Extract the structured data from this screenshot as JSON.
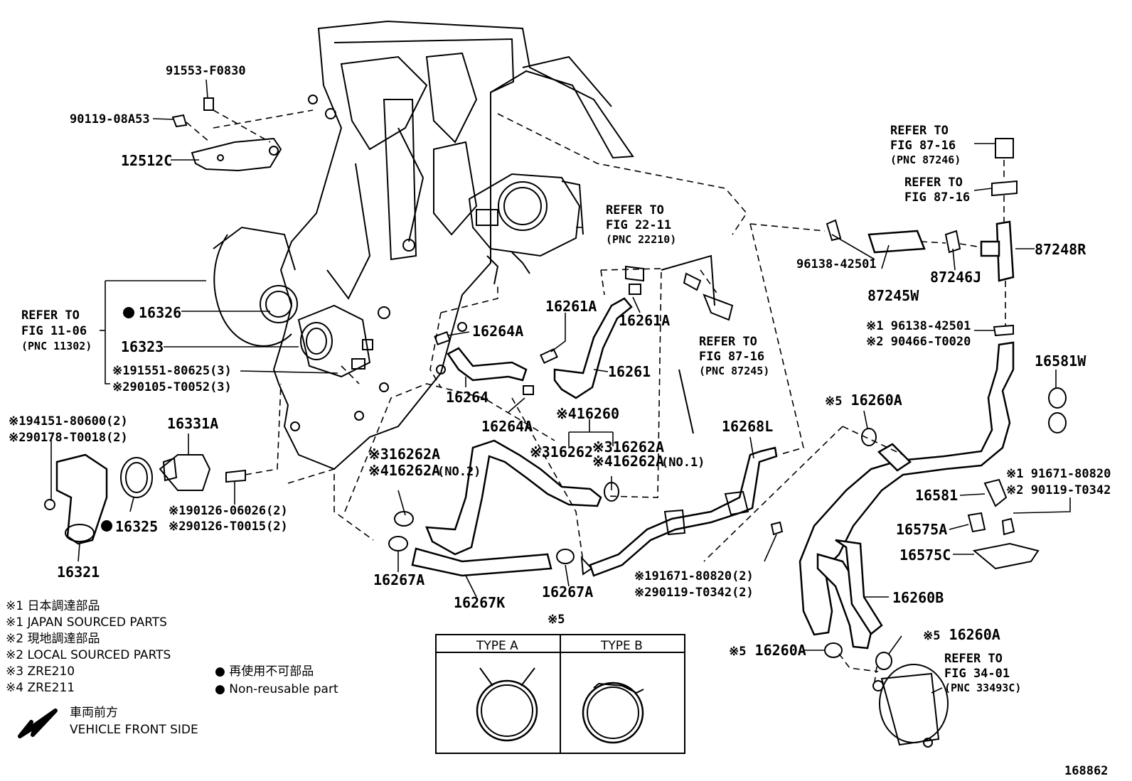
{
  "figure_number": "168862",
  "parts": {
    "p91553": "91553-F0830",
    "p90119a": "90119-08A53",
    "p12512c": "12512C",
    "p16326": "16326",
    "p16323": "16323",
    "p91551": "※191551-80625(3)",
    "p90105": "※290105-T0052(3)",
    "p94151": "※194151-80600(2)",
    "p90178": "※290178-T0018(2)",
    "p16331a": "16331A",
    "p16325": "16325",
    "p16321": "16321",
    "p90126a": "※190126-06026(2)",
    "p90126b": "※290126-T0015(2)",
    "p16264a_1": "16264A",
    "p16264": "16264",
    "p16264a_2": "16264A",
    "p16261a_1": "16261A",
    "p16261a_2": "16261A",
    "p16261": "16261",
    "p16260": "※416260",
    "p16262": "※316262",
    "p16262a_no1_3": "※316262A",
    "p16262a_no1_4": "※416262A",
    "p16262a_no1_suffix": "(NO.1)",
    "p16262a_no2_3": "※316262A",
    "p16262a_no2_4": "※416262A",
    "p16262a_no2_suffix": "(NO.2)",
    "p16267a_1": "16267A",
    "p16267k": "16267K",
    "p16267a_2": "16267A",
    "p16268l": "16268L",
    "p91671a": "※191671-80820(2)",
    "p90119b": "※290119-T0342(2)",
    "p16260a_top": "16260A",
    "p16260a_left": "16260A",
    "p16260a_right": "16260A",
    "p16260b": "16260B",
    "p96138a": "96138-42501",
    "p87245w": "87245W",
    "p87246j": "87246J",
    "p87248r": "87248R",
    "p96138b": "※1 96138-42501",
    "p90466": "※2 90466-T0020",
    "p16581w": "16581W",
    "p91671b": "※1 91671-80820",
    "p90119c": "※2 90119-T0342",
    "p16581": "16581",
    "p16575a": "16575A",
    "p16575c": "16575C",
    "mark5": "※5"
  },
  "refs": {
    "r1106": [
      "REFER TO",
      "FIG 11-06",
      "(PNC 11302)"
    ],
    "r2211": [
      "REFER TO",
      "FIG 22-11",
      "(PNC 22210)"
    ],
    "r8716a": [
      "REFER TO",
      "FIG 87-16",
      "(PNC 87246)"
    ],
    "r8716b": [
      "REFER TO",
      "FIG 87-16"
    ],
    "r8716c": [
      "REFER TO",
      "FIG 87-16",
      "(PNC 87245)"
    ],
    "r3401": [
      "REFER TO",
      "FIG 34-01",
      "(PNC 33493C)"
    ]
  },
  "clamp_table": {
    "mark": "※5",
    "type_a": "TYPE A",
    "type_b": "TYPE B"
  },
  "legend": {
    "l1jp": "※1 日本調達部品",
    "l1en": "※1 JAPAN SOURCED PARTS",
    "l2jp": "※2 現地調達部品",
    "l2en": "※2 LOCAL SOURCED PARTS",
    "l3": "※3 ZRE210",
    "l4": "※4 ZRE211",
    "nr_jp": "● 再使用不可部品",
    "nr_en": "● Non-reusable part",
    "front_jp": "車両前方",
    "front_en": "VEHICLE FRONT SIDE"
  }
}
